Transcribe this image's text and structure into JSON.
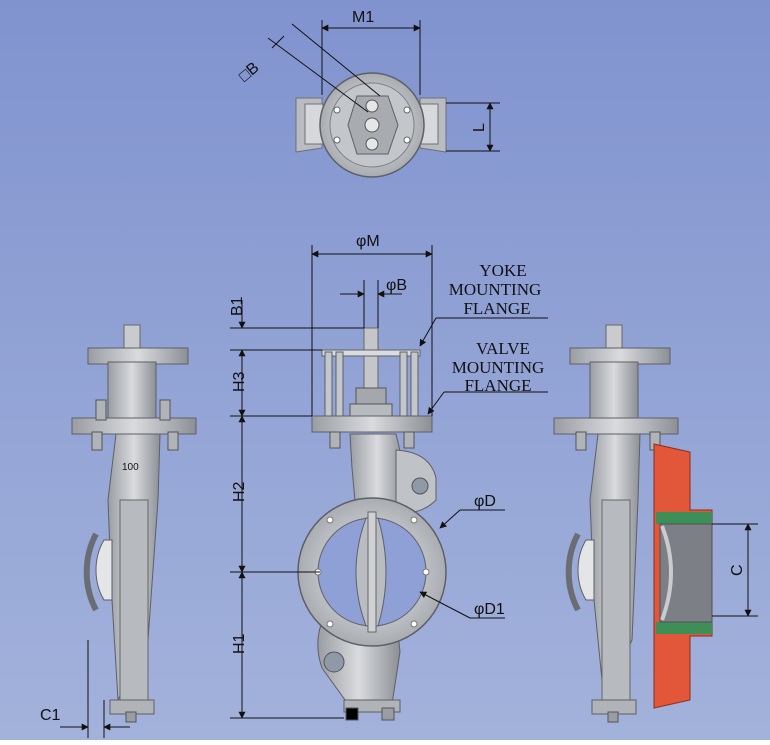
{
  "figure": {
    "dimensions": {
      "top_width": "M1",
      "top_square": "□B",
      "top_height": "L",
      "mount_dia": "φM",
      "stem_dia": "φB",
      "b1": "B1",
      "h3": "H3",
      "h2": "H2",
      "h1": "H1",
      "d": "φD",
      "d1": "φD1",
      "c": "C",
      "c1": "C1"
    },
    "captions": {
      "yoke": [
        "YOKE",
        "MOUNTING",
        "FLANGE"
      ],
      "valve": [
        "VALVE",
        "MOUNTING",
        "FLANGE"
      ]
    },
    "body_mark": "100"
  },
  "colors": {
    "background_top": "#7f90cf",
    "background_bottom": "#9dadd8",
    "metal": "#c8cacd",
    "metal_dark": "#8f9298",
    "seat_red": "#e2563a",
    "seat_green": "#3d8f57"
  }
}
